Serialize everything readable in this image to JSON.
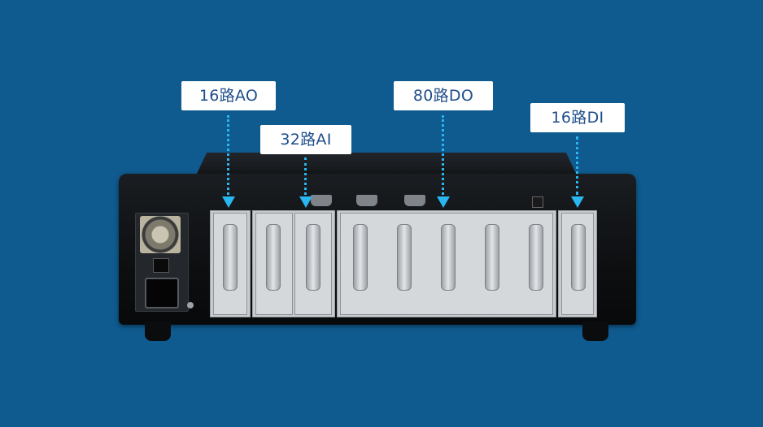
{
  "callouts": {
    "ao": "16路AO",
    "ai": "32路AI",
    "do": "80路DO",
    "di": "16路DI"
  },
  "colors": {
    "background": "#0f5a8e",
    "label_text": "#1f4f8a",
    "arrow": "#2ab6f0"
  }
}
